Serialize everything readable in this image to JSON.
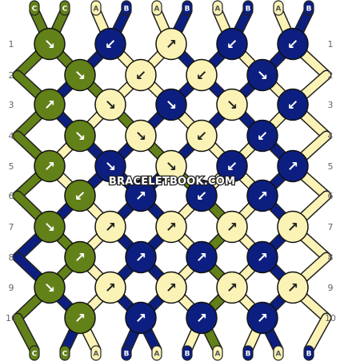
{
  "colors": {
    "A": "#fbf3b5",
    "B": "#0c1f80",
    "C": "#628118"
  },
  "string_order": [
    "C",
    "C",
    "A",
    "B",
    "A",
    "B",
    "A",
    "B",
    "A",
    "B"
  ],
  "row_numbers": [
    "1",
    "2",
    "3",
    "4",
    "5",
    "6",
    "7",
    "8",
    "9",
    "10"
  ],
  "knot_rows": [
    [
      {
        "color": "C",
        "dir": "↘"
      },
      {
        "color": "B",
        "dir": "↙"
      },
      {
        "color": "A",
        "dir": "↗"
      },
      {
        "color": "B",
        "dir": "↙"
      },
      {
        "color": "B",
        "dir": "↙"
      }
    ],
    [
      {
        "color": "C",
        "dir": "↘"
      },
      {
        "color": "A",
        "dir": "↙"
      },
      {
        "color": "A",
        "dir": "↙"
      },
      {
        "color": "B",
        "dir": "↘"
      }
    ],
    [
      {
        "color": "C",
        "dir": "↗"
      },
      {
        "color": "A",
        "dir": "↘"
      },
      {
        "color": "B",
        "dir": "↘"
      },
      {
        "color": "A",
        "dir": "↘"
      },
      {
        "color": "B",
        "dir": "↙"
      }
    ],
    [
      {
        "color": "C",
        "dir": "↘"
      },
      {
        "color": "A",
        "dir": "↘"
      },
      {
        "color": "A",
        "dir": "↙"
      },
      {
        "color": "B",
        "dir": "↙"
      }
    ],
    [
      {
        "color": "C",
        "dir": "↗"
      },
      {
        "color": "B",
        "dir": "↘"
      },
      {
        "color": "A",
        "dir": "↘"
      },
      {
        "color": "B",
        "dir": "↙"
      },
      {
        "color": "B",
        "dir": "↗"
      }
    ],
    [
      {
        "color": "C",
        "dir": "↙"
      },
      {
        "color": "B",
        "dir": "↗"
      },
      {
        "color": "B",
        "dir": "↙"
      },
      {
        "color": "B",
        "dir": "↗"
      }
    ],
    [
      {
        "color": "C",
        "dir": "↘"
      },
      {
        "color": "A",
        "dir": "↗"
      },
      {
        "color": "A",
        "dir": "↗"
      },
      {
        "color": "A",
        "dir": "↗"
      },
      {
        "color": "A",
        "dir": "↗"
      }
    ],
    [
      {
        "color": "C",
        "dir": "↗"
      },
      {
        "color": "B",
        "dir": "↗"
      },
      {
        "color": "B",
        "dir": "↗"
      },
      {
        "color": "B",
        "dir": "↗"
      }
    ],
    [
      {
        "color": "C",
        "dir": "↘"
      },
      {
        "color": "A",
        "dir": "↗"
      },
      {
        "color": "A",
        "dir": "↗"
      },
      {
        "color": "A",
        "dir": "↗"
      },
      {
        "color": "A",
        "dir": "↗"
      }
    ],
    [
      {
        "color": "C",
        "dir": "↗"
      },
      {
        "color": "B",
        "dir": "↗"
      },
      {
        "color": "B",
        "dir": "↗"
      },
      {
        "color": "B",
        "dir": "↗"
      }
    ]
  ],
  "watermark": "BRACELETBOOK.COM"
}
